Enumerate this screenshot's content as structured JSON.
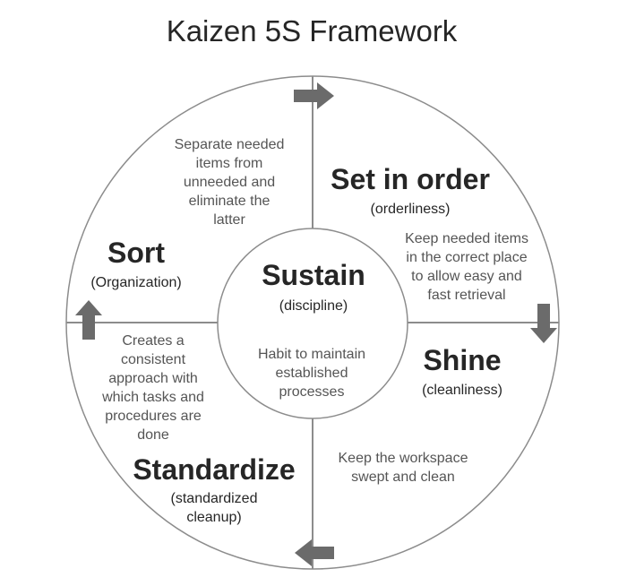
{
  "title": "Kaizen 5S Framework",
  "colors": {
    "outline": "#8c8c8c",
    "arrow": "#6b6b6b",
    "heading": "#262626",
    "description": "#555555",
    "background": "#ffffff"
  },
  "center": {
    "heading": "Sustain",
    "subtitle": "(discipline)",
    "description": [
      "Habit to maintain",
      "established",
      "processes"
    ]
  },
  "quadrants": [
    {
      "id": "sort",
      "position": "top-left",
      "heading": "Sort",
      "subtitle": [
        "(Organization)"
      ],
      "description": [
        "Separate needed",
        "items from",
        "unneeded and",
        "eliminate the",
        "latter"
      ]
    },
    {
      "id": "set-in-order",
      "position": "top-right",
      "heading": "Set in order",
      "subtitle": [
        "(orderliness)"
      ],
      "description": [
        "Keep needed items",
        "in the correct place",
        "to allow easy and",
        "fast retrieval"
      ]
    },
    {
      "id": "shine",
      "position": "bottom-right",
      "heading": "Shine",
      "subtitle": [
        "(cleanliness)"
      ],
      "description": [
        "Keep the workspace",
        "swept and clean"
      ]
    },
    {
      "id": "standardize",
      "position": "bottom-left",
      "heading": "Standardize",
      "subtitle": [
        "(standardized",
        "cleanup)"
      ],
      "description": [
        "Creates a",
        "consistent",
        "approach with",
        "which tasks and",
        "procedures are",
        "done"
      ]
    }
  ],
  "arrows": [
    {
      "name": "arrow-right-icon",
      "direction": "right"
    },
    {
      "name": "arrow-down-icon",
      "direction": "down"
    },
    {
      "name": "arrow-left-icon",
      "direction": "left"
    },
    {
      "name": "arrow-up-icon",
      "direction": "up"
    }
  ]
}
